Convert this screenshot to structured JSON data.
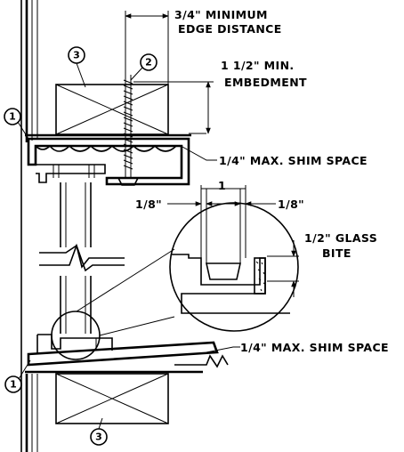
{
  "annotations": {
    "edge_distance_line1": "3/4\" MINIMUM",
    "edge_distance_line2": "EDGE DISTANCE",
    "embedment_line1": "1 1/2\" MIN.",
    "embedment_line2": "EMBEDMENT",
    "shim_top": "1/4\" MAX. SHIM SPACE",
    "shim_bottom": "1/4\" MAX. SHIM SPACE",
    "dim_one": "1",
    "dim_eighth_left": "1/8\"",
    "dim_eighth_right": "1/8\"",
    "glass_bite_line1": "1/2\" GLASS",
    "glass_bite_line2": "BITE"
  },
  "callouts": {
    "one_top": "1",
    "two": "2",
    "three_top": "3",
    "one_bottom": "1",
    "three_bottom": "3"
  }
}
